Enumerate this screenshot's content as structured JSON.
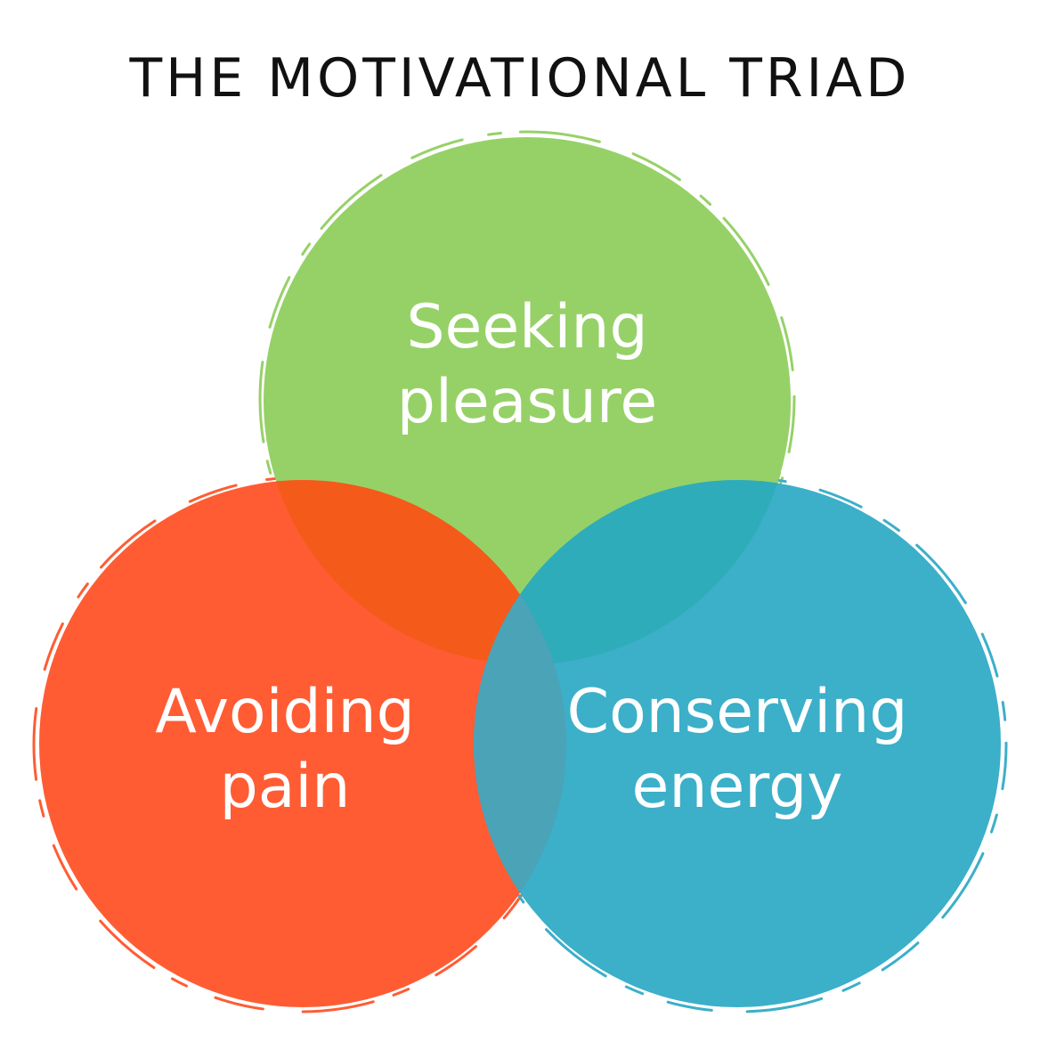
{
  "title": "THE MOTIVATIONAL TRIAD",
  "circles": {
    "top": {
      "line1": "Seeking",
      "line2": "pleasure",
      "color": "#96D167"
    },
    "left": {
      "line1": "Avoiding",
      "line2": "pain",
      "color": "#FF5C33"
    },
    "right": {
      "line1": "Conserving",
      "line2": "energy",
      "color": "#3CAFC9"
    }
  },
  "overlap_colors": {
    "top_left": "#F45A1A",
    "top_right": "#2EACBA",
    "left_right": "#4BA3B8"
  },
  "background_color": "#FFFFFF"
}
